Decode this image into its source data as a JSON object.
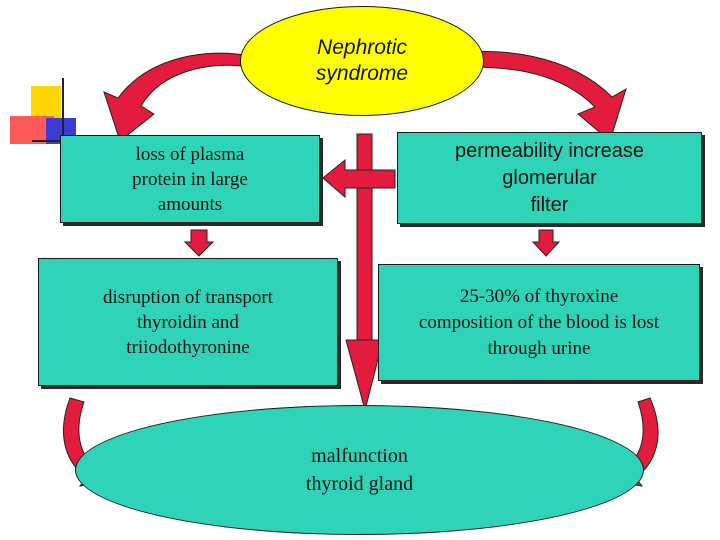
{
  "colors": {
    "box_fill": "#2fd3b8",
    "top_ellipse_fill": "#ffff00",
    "bottom_ellipse_fill": "#2fd3b8",
    "arrow_fill": "#e31c3d",
    "logo_yellow": "#ffd700",
    "logo_red": "#ff5a5a",
    "logo_blue": "#3b3bd6"
  },
  "diagram": {
    "top_ellipse": "Nephrotic\nsyndrome",
    "box_left_top": "loss of plasma\nprotein in large\namounts",
    "box_right_top": "permeability increase\nglomerular\nfilter",
    "box_left_bottom": "disruption of transport\nthyroidin and\ntriiodothyronine",
    "box_right_bottom": "25-30% of thyroxine\ncomposition of the blood is lost\nthrough urine",
    "bottom_ellipse": "malfunction\nthyroid gland"
  }
}
